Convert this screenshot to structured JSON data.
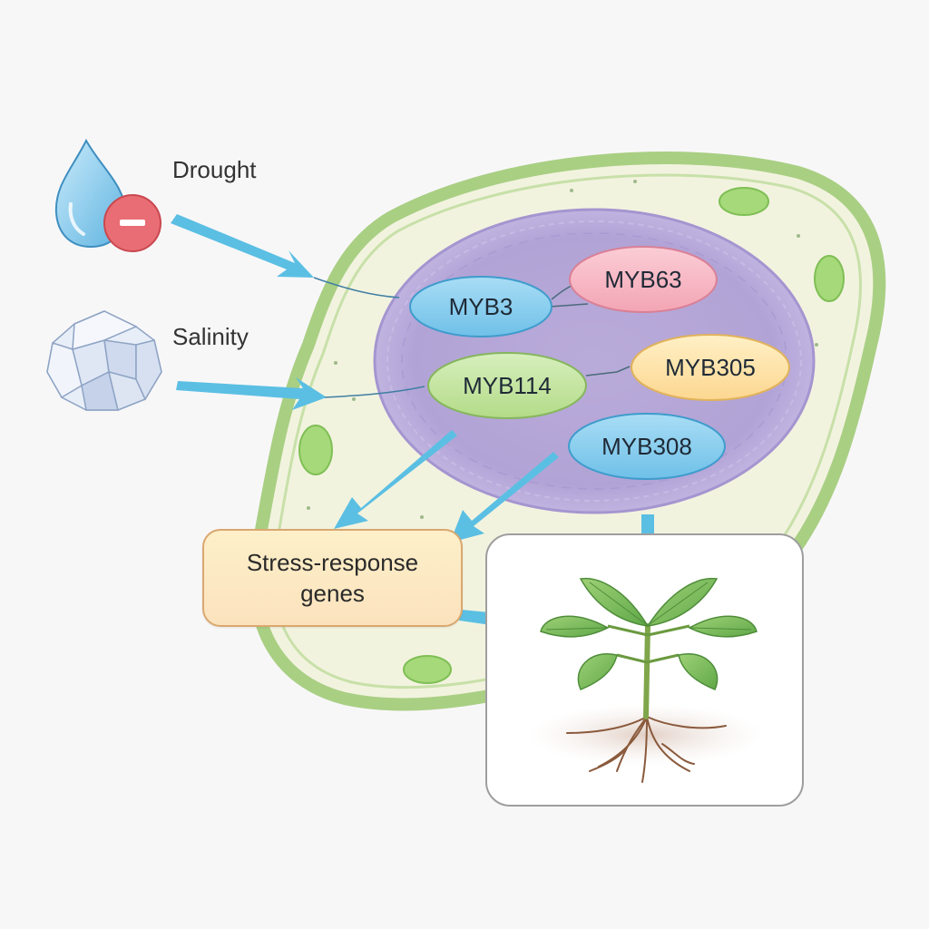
{
  "stressors": [
    {
      "label": "Drought",
      "icon": "water-drop-minus-icon"
    },
    {
      "label": "Salinity",
      "icon": "salt-crystal-icon"
    }
  ],
  "transcription_factors": [
    "MYB3",
    "MYB63",
    "MYB114",
    "MYB305",
    "MYB308"
  ],
  "target": {
    "line1": "Stress-response",
    "line2": "genes"
  },
  "outcome": {
    "icon": "plant-seedling-icon"
  },
  "colors": {
    "arrow": "#5bbfe3",
    "cell_wall": "#a9cf83",
    "cytoplasm": "#f2f3df",
    "nucleus": "#b8a9dc",
    "myb_blue": "#8fd0ee",
    "myb_pink": "#f7b8c4",
    "myb_green": "#c4e4a0",
    "myb_yellow": "#fde4a8",
    "genes_box": "#fbe8c3"
  }
}
